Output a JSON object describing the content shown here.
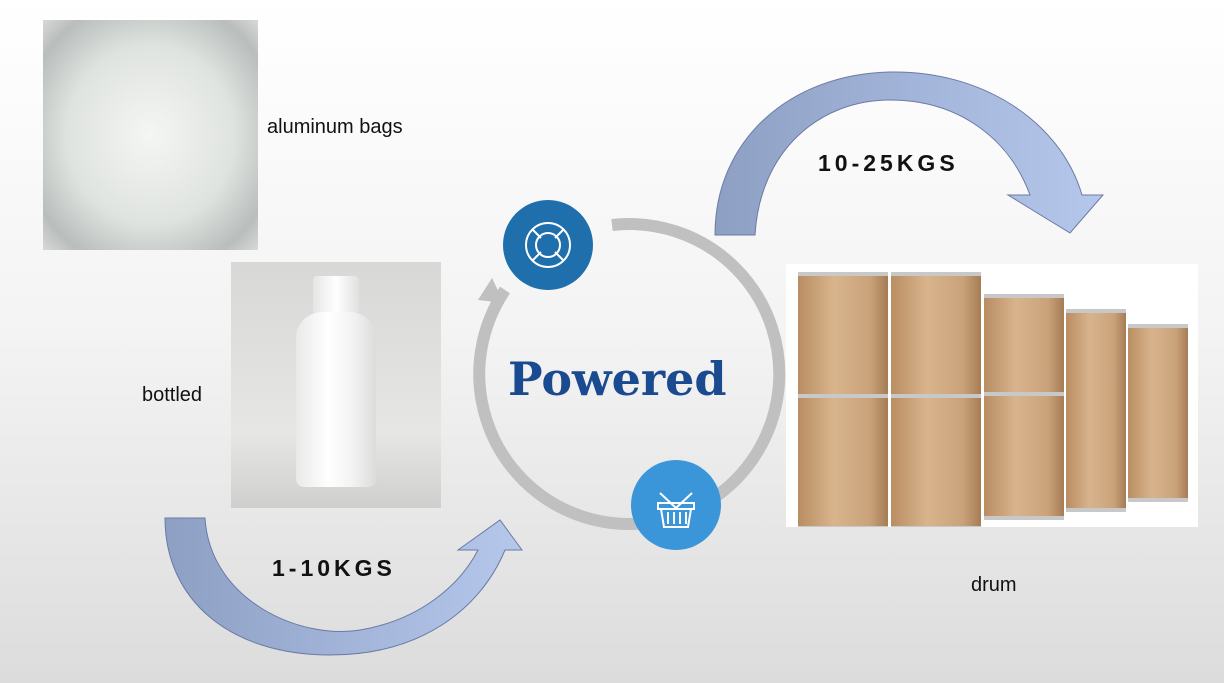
{
  "labels": {
    "aluminum": "aluminum bags",
    "bottled": "bottled",
    "drum": "drum",
    "small_weight": "1-10KGS",
    "large_weight": "10-25KGS",
    "center": "Powered"
  },
  "icons": [
    "lifebuoy-icon",
    "basket-icon"
  ],
  "colors": {
    "dark_blue": "#1f6fad",
    "light_blue": "#3a96d8",
    "title": "#1a4a8f",
    "ring": "#c0c0c0"
  }
}
